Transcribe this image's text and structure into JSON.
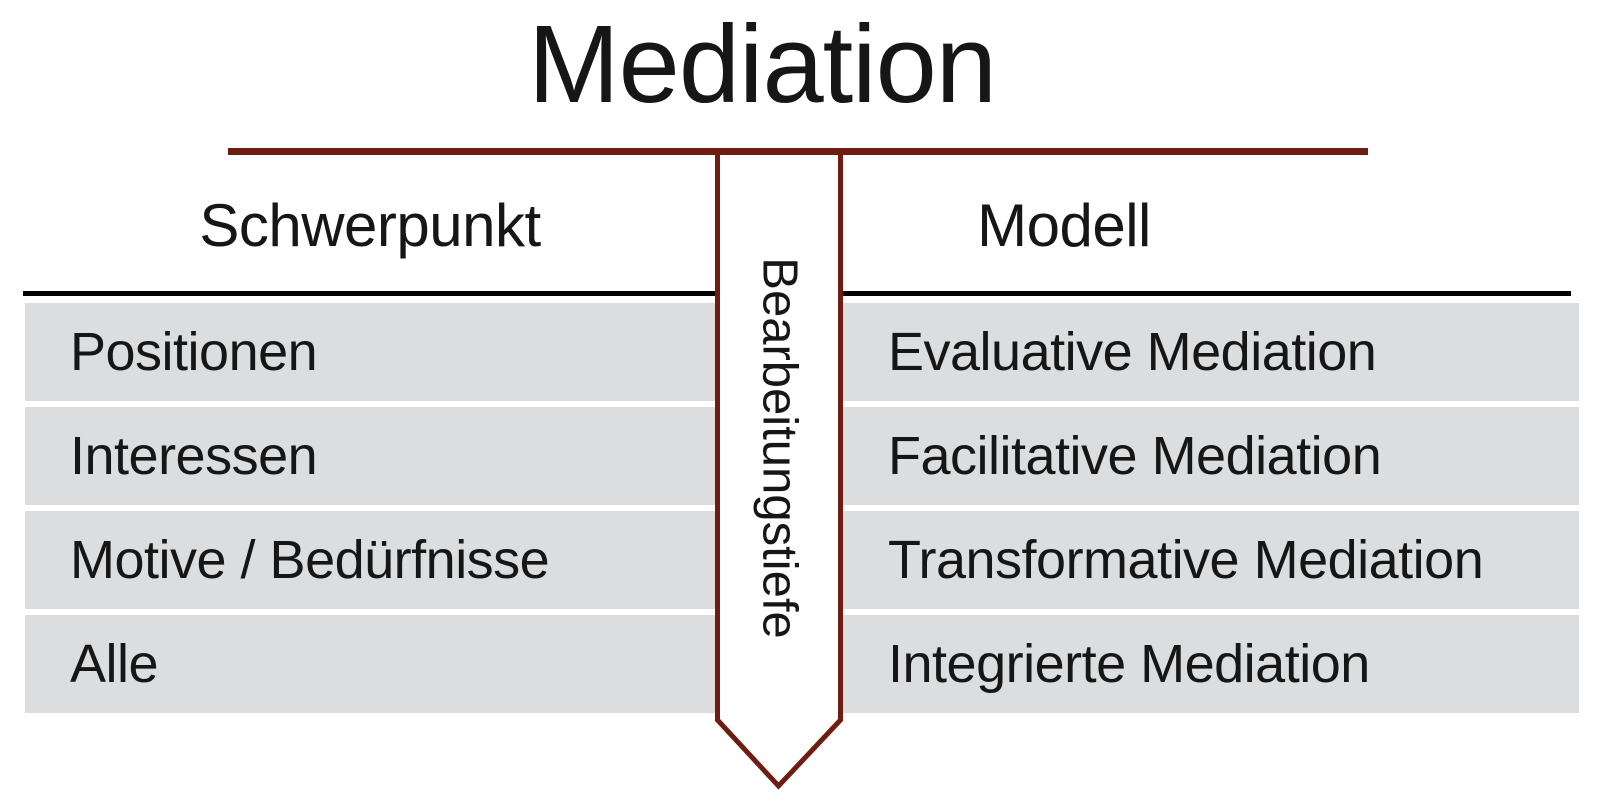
{
  "title": "Mediation",
  "table": {
    "left_header": "Schwerpunkt",
    "right_header": "Modell",
    "rows": [
      {
        "schwerpunkt": "Positionen",
        "modell": "Evaluative Mediation"
      },
      {
        "schwerpunkt": "Interessen",
        "modell": "Facilitative Mediation"
      },
      {
        "schwerpunkt": "Motive / Bedürfnisse",
        "modell": "Transformative Mediation"
      },
      {
        "schwerpunkt": "Alle",
        "modell": "Integrierte Mediation"
      }
    ]
  },
  "banner": {
    "label": "Bearbeitungstiefe"
  },
  "colors": {
    "maroon": "#701d11",
    "row_gray": "#dcddde",
    "line_black": "#000000",
    "text": "#161616"
  }
}
